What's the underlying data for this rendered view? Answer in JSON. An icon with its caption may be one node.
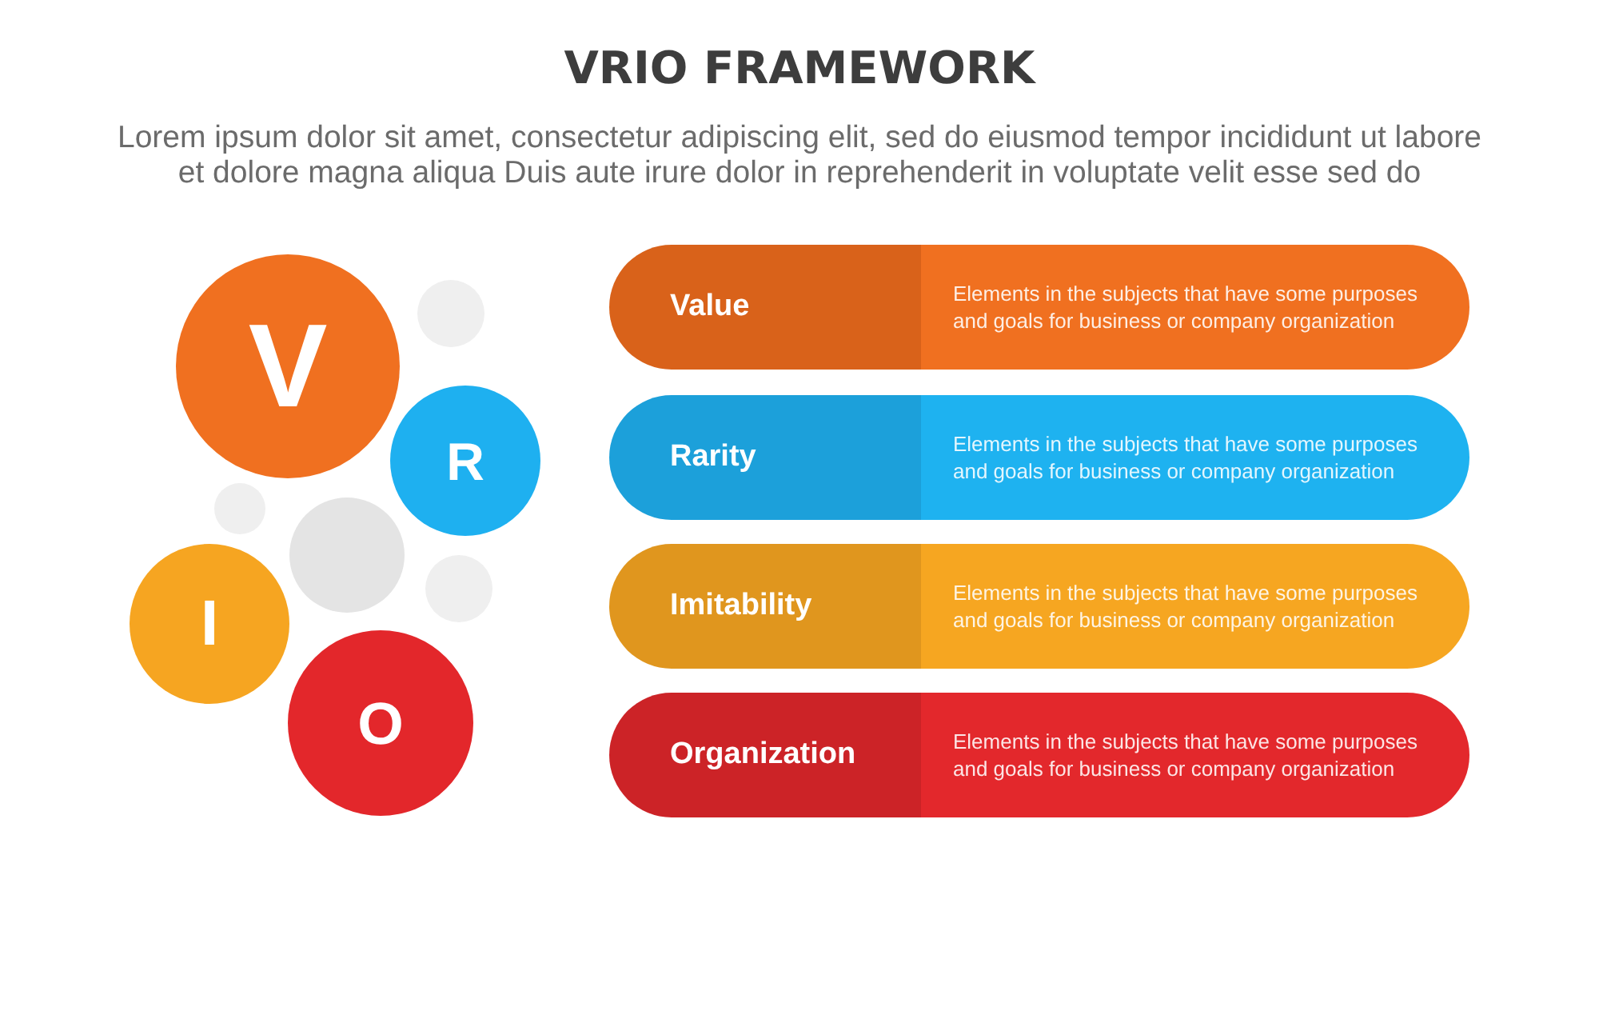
{
  "diagram": {
    "title": "VRIO FRAMEWORK",
    "nodes": [
      {
        "text": [
          "V"
        ]
      },
      {
        "text": [],
        "shape": "circle"
      },
      {
        "text": [
          "R"
        ]
      },
      {
        "text": [],
        "shape": "circle"
      },
      {
        "text": [],
        "shape": "circle"
      },
      {
        "text": [],
        "shape": "circle"
      },
      {
        "text": [
          "I"
        ]
      },
      {
        "text": [
          "O"
        ]
      },
      {
        "text": [
          "Value",
          "Elements in the subjects that have some purposes and goals for business or company organization"
        ]
      },
      {
        "text": [
          "Rarity",
          "Elements in the subjects that have some purposes and goals for business or company organization"
        ]
      },
      {
        "text": [
          "Imitability",
          "Elements in the subjects that have some purposes and goals for business or company organization"
        ]
      },
      {
        "text": [
          "Organization",
          "Elements in the subjects that have some purposes and goals for business or company organization"
        ]
      }
    ],
    "labels": [
      "Lorem ipsum dolor sit amet, consectetur adipiscing elit, sed do eiusmod tempor incididunt ut labore et dolore magna aliqua Duis aute irure dolor in reprehenderit in voluptate velit esse sed do"
    ]
  }
}
